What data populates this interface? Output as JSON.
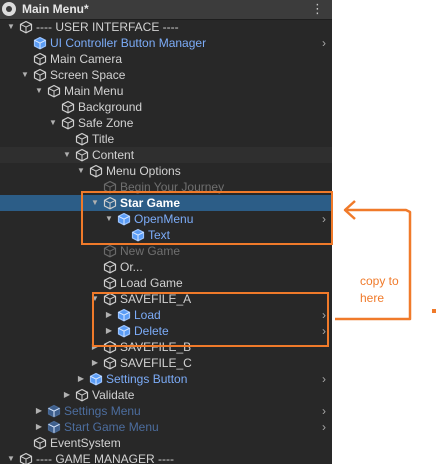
{
  "hierarchy": {
    "title": "Main Menu*",
    "rows": [
      {
        "label": "---- USER INTERFACE ----",
        "depth": 0,
        "expanded": true,
        "prefab": false,
        "disabled": false,
        "children_link": false
      },
      {
        "label": "UI Controller Button Manager",
        "depth": 1,
        "expanded": null,
        "prefab": true,
        "disabled": false,
        "children_link": true
      },
      {
        "label": "Main Camera",
        "depth": 1,
        "expanded": null,
        "prefab": false,
        "disabled": false,
        "children_link": false
      },
      {
        "label": "Screen Space",
        "depth": 1,
        "expanded": true,
        "prefab": false,
        "disabled": false,
        "children_link": false
      },
      {
        "label": "Main Menu",
        "depth": 2,
        "expanded": true,
        "prefab": false,
        "disabled": false,
        "children_link": false
      },
      {
        "label": "Background",
        "depth": 3,
        "expanded": null,
        "prefab": false,
        "disabled": false,
        "children_link": false
      },
      {
        "label": "Safe Zone",
        "depth": 3,
        "expanded": true,
        "prefab": false,
        "disabled": false,
        "children_link": false
      },
      {
        "label": "Title",
        "depth": 4,
        "expanded": null,
        "prefab": false,
        "disabled": false,
        "children_link": false
      },
      {
        "label": "Content",
        "depth": 4,
        "expanded": true,
        "prefab": false,
        "disabled": false,
        "children_link": false,
        "alt": true
      },
      {
        "label": "Menu Options",
        "depth": 5,
        "expanded": true,
        "prefab": false,
        "disabled": false,
        "children_link": false
      },
      {
        "label": "Begin Your Journey",
        "depth": 6,
        "expanded": null,
        "prefab": false,
        "disabled": true,
        "children_link": false
      },
      {
        "label": "Star Game",
        "depth": 6,
        "expanded": true,
        "prefab": false,
        "disabled": false,
        "children_link": false,
        "selected": true
      },
      {
        "label": "OpenMenu",
        "depth": 7,
        "expanded": true,
        "prefab": true,
        "disabled": false,
        "children_link": true
      },
      {
        "label": "Text",
        "depth": 8,
        "expanded": null,
        "prefab": true,
        "disabled": false,
        "children_link": false
      },
      {
        "label": "New Game",
        "depth": 6,
        "expanded": null,
        "prefab": false,
        "disabled": true,
        "children_link": false
      },
      {
        "label": "Or...",
        "depth": 6,
        "expanded": null,
        "prefab": false,
        "disabled": false,
        "children_link": false
      },
      {
        "label": "Load Game",
        "depth": 6,
        "expanded": null,
        "prefab": false,
        "disabled": false,
        "children_link": false
      },
      {
        "label": "SAVEFILE_A",
        "depth": 6,
        "expanded": true,
        "prefab": false,
        "disabled": false,
        "children_link": false
      },
      {
        "label": "Load",
        "depth": 7,
        "expanded": false,
        "prefab": true,
        "disabled": false,
        "children_link": true
      },
      {
        "label": "Delete",
        "depth": 7,
        "expanded": false,
        "prefab": true,
        "disabled": false,
        "children_link": true
      },
      {
        "label": "SAVEFILE_B",
        "depth": 6,
        "expanded": false,
        "prefab": false,
        "disabled": false,
        "children_link": false
      },
      {
        "label": "SAVEFILE_C",
        "depth": 6,
        "expanded": false,
        "prefab": false,
        "disabled": false,
        "children_link": false
      },
      {
        "label": "Settings Button",
        "depth": 5,
        "expanded": false,
        "prefab": true,
        "disabled": false,
        "children_link": true
      },
      {
        "label": "Validate",
        "depth": 4,
        "expanded": false,
        "prefab": false,
        "disabled": false,
        "children_link": false
      },
      {
        "label": "Settings Menu",
        "depth": 2,
        "expanded": false,
        "prefab": true,
        "disabled": true,
        "children_link": true
      },
      {
        "label": "Start Game Menu",
        "depth": 2,
        "expanded": false,
        "prefab": true,
        "disabled": true,
        "children_link": true
      },
      {
        "label": "EventSystem",
        "depth": 1,
        "expanded": null,
        "prefab": false,
        "disabled": false,
        "children_link": false
      },
      {
        "label": "---- GAME MANAGER ----",
        "depth": 0,
        "expanded": true,
        "prefab": false,
        "disabled": false,
        "children_link": false
      }
    ]
  },
  "annotation": {
    "text": "copy to here"
  },
  "colors": {
    "panel_bg": "#282828",
    "selected_bg": "#2c5d87",
    "prefab_text": "#7cacf8",
    "annotation": "#f07a2a"
  }
}
